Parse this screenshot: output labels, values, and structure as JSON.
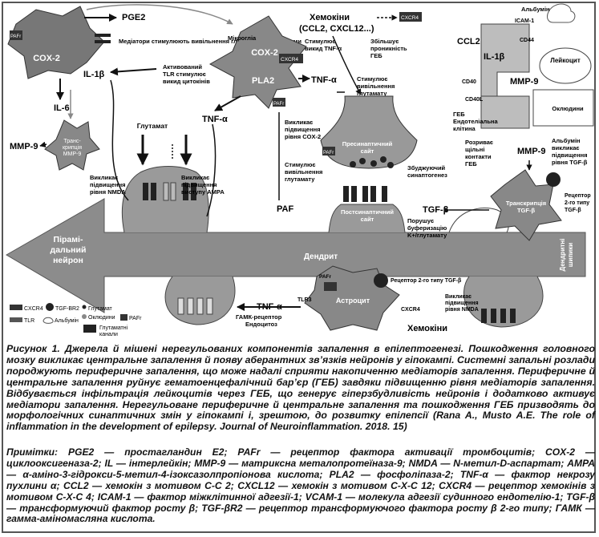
{
  "diagram": {
    "pge2": "PGE2",
    "pafr": "PAFr",
    "cox2": "COX-2",
    "cox2_micro": "COX-2",
    "mediators": "Медіатори стимулюють вивільнення глутамату астроцитами",
    "microglia": "Мікрогліа",
    "cxcr4": "CXCR4",
    "pla2": "PLA2",
    "activated_tlr": [
      "Активований",
      "TLR стимулює",
      "викид цитокінів"
    ],
    "il1b_left": "IL-1β",
    "il6": "IL-6",
    "mmp9_left": "MMP-9",
    "transcription_mmp9": [
      "Транс-",
      "крипція",
      "MMP-9"
    ],
    "tnfa_mid": "TNF-α",
    "glutamate": "Глутамат",
    "nmda_left": [
      "Викликає",
      "підвищення",
      "рівня NMDA"
    ],
    "ampa": [
      "Викликає",
      "підвищення",
      "виступу AMPA"
    ],
    "chemokines": [
      "Хемокіни",
      "(CCL2, CXCL12...)"
    ],
    "stimulates_tnfa": [
      "Стимулює",
      "викид TNF-α"
    ],
    "increases_bbb": [
      "Збільшує",
      "проникність",
      "ГЕБ"
    ],
    "tnfa_right": "TNF-α",
    "stim_glut_release": [
      "Стимулює",
      "вивільнення",
      "глутамату"
    ],
    "cox2_level": [
      "Викликає",
      "підвищення",
      "рівня COX-2"
    ],
    "stim_glut_release2": [
      "Стимулює",
      "вивільнення",
      "глутамату"
    ],
    "presynaptic": [
      "Пресинаптичний",
      "сайт"
    ],
    "postsynaptic": [
      "Постсинаптичний",
      "сайт"
    ],
    "synaptogenesis": [
      "Збуджуючий",
      "синаптогенез"
    ],
    "paf": "PAF",
    "albumin_top": "Альбумін",
    "icam1": "ICAM-1",
    "cd44": "CD44",
    "ccl2": "CCL2",
    "il1b_right": "IL-1β",
    "cd40": "CD40",
    "cd40l": "CD40L",
    "bbb_label": [
      "ГЕБ",
      "Ендотеліальна",
      "клітина"
    ],
    "mmp9_right": "MMP-9",
    "leukocyte": "Лейкоцит",
    "occludin": "Оклюдини",
    "tight_junction": [
      "Розриває",
      "щільні",
      "контакти",
      "ГЕБ"
    ],
    "mmp9_right2": "MMP-9",
    "albumin_tgf": [
      "Альбумін",
      "викликає",
      "підвищення",
      "рівня TGF-β"
    ],
    "tgfb": "TGF-β",
    "transcription_tgfb": [
      "Транскрипція",
      "TGF-β"
    ],
    "receptor_tgfb": [
      "Рецептор",
      "2-го типу",
      "TGF-β"
    ],
    "disrupts_buffering": [
      "Порушує",
      "буферизацію",
      "K+/глутамату"
    ],
    "pyramidal": [
      "Пірамі-",
      "дальний",
      "нейрон"
    ],
    "dendrite": "Дендрит",
    "dendritic_spines": [
      "Дендритні",
      "шипики"
    ],
    "pafr_bottom": "PAFr",
    "receptor_tgfb_bottom": "Рецептор 2-го типу TGF-β",
    "tlr3": "TLR3",
    "astrocyte": "Астроцит",
    "cxcr4_bottom": "CXCR4",
    "tnfa_bottom": "TNF-α",
    "gaba_endocytosis": [
      "ГАМК-рецептор",
      "Ендоцитоз"
    ],
    "chemokines_bottom": "Хемокіни",
    "nmda_bottom": [
      "Викликає",
      "підвищення",
      "рівня NMDA"
    ],
    "legend": {
      "cxcr4": "CXCR4",
      "tgfbr2": "TGF-BR2",
      "glutamate": "Глутамат",
      "occludin": "Оклюдини",
      "tlr": "TLR",
      "albumin": "Альбумін",
      "pafr": "PAFr",
      "glut_channel": [
        "Глутаматні",
        "канали"
      ]
    }
  },
  "caption": "Рисунок 1. Джерела й мішені нерегульованих компонентів запалення в епілептогенезі. Пошкодження головного мозку викликає центральне запалення й появу аберантних зв’язків нейронів у гіпокампі. Системні запальні розлади породжують периферичне запалення, що може надалі сприяти накопиченню медіаторів запалення. Периферичне й центральне запалення руйнує гематоенцефалічний бар’єр (ГЕБ) завдяки підвищенню рівня медіаторів запалення. Відбувається інфільтрація лейкоцитів через ГЕБ, що генерує гіперзбудливість нейронів і додатково активує медіатори запалення. Нерегульоване периферичне й центральне запалення та пошкодження ГЕБ призводять до морфологічних синаптичних змін у гіпокампі і, зрештою, до розвитку епілепсії (Rana A., Musto A.E. The role of inflammation in the development of epilepsy. Journal of Neuroinflammation. 2018. 15)",
  "notes": "Примітки: PGE2 — простагландин E2; PAFr — рецептор фактора активації тромбоцитів; COX-2 — циклооксигеназа-2; IL — інтерлейкін; MMP-9 — матриксна металопротеїназа-9; NMDA — N-метил-D-аспартат; AMPA — α-аміно-3-гідрокси-5-метил-4-ізоксазолпропіонова кислота; PLA2 — фосфоліпаза-2; TNF-α — фактор некрозу пухлини α; CCL2 — хемокін з мотивом C-C 2; CXCL12 — хемокін з мотивом C-X-C 12; CXCR4 — рецептор хемокінів з мотивом C-X-C 4; ICAM-1 — фактор міжклітинної адгезії-1; VCAM-1 — молекула адгезії судинного ендотелію-1; TGF-β — трансформуючий фактор росту β; TGF-βR2 — рецептор трансформуючого фактора росту β 2-го типу; ГАМК — гамма-аміномасляна кислота."
}
